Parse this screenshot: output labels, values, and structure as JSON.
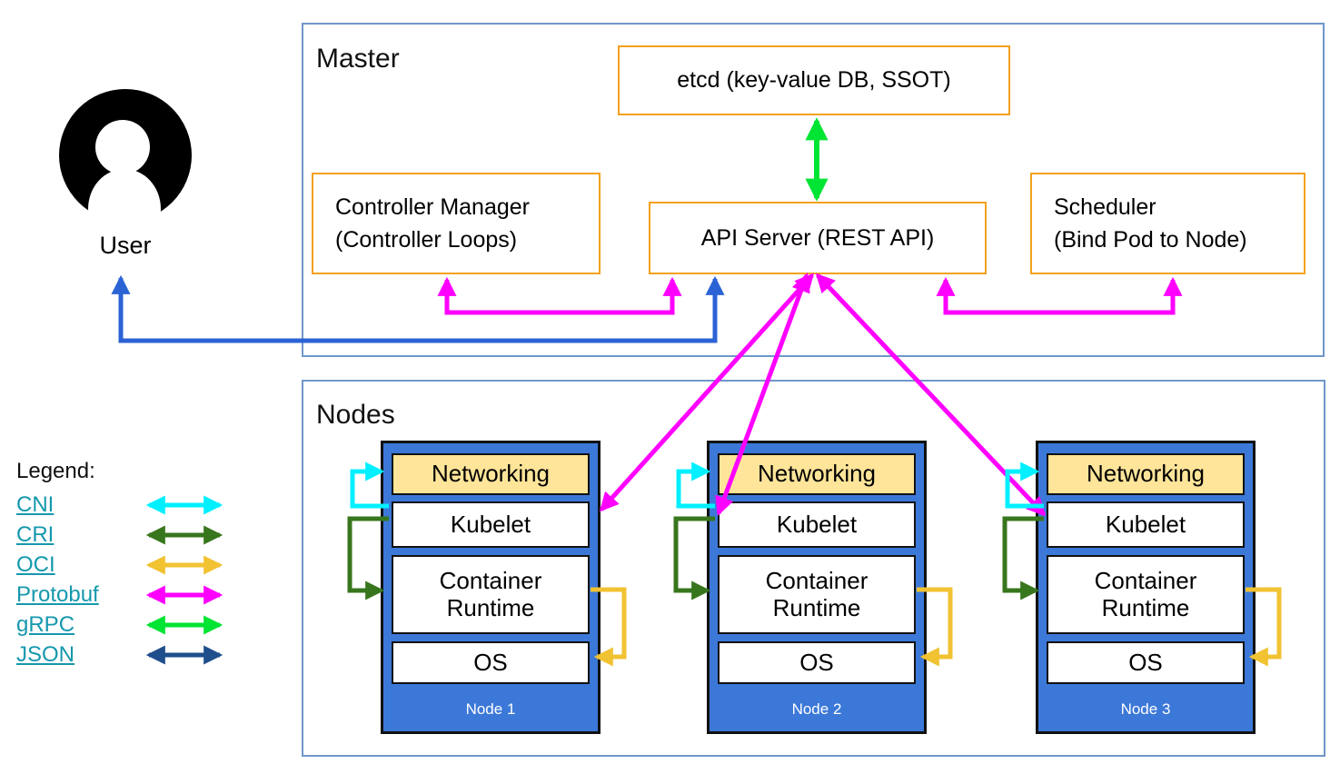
{
  "colors": {
    "cni": "#00f0ff",
    "cri": "#38761d",
    "oci": "#f1c232",
    "protobuf": "#ff00ff",
    "grpc": "#00e433",
    "json": "#1f4e8c",
    "user_arrow": "#2b63d5",
    "node_fill": "#3c78d8",
    "networking_fill": "#ffe599",
    "component_border": "#f3a11c",
    "frame_border": "#6f97c9",
    "legend_link": "#1598ad"
  },
  "user": {
    "label": "User"
  },
  "master": {
    "title": "Master",
    "etcd": "etcd (key-value DB, SSOT)",
    "controller_manager_line1": "Controller Manager",
    "controller_manager_line2": "(Controller Loops)",
    "api_server": "API Server (REST API)",
    "scheduler_line1": "Scheduler",
    "scheduler_line2": "(Bind Pod to Node)"
  },
  "nodes_section": {
    "title": "Nodes",
    "nodes": [
      {
        "name": "Node 1",
        "layers": [
          "Networking",
          "Kubelet",
          "Container Runtime",
          "OS"
        ]
      },
      {
        "name": "Node 2",
        "layers": [
          "Networking",
          "Kubelet",
          "Container Runtime",
          "OS"
        ]
      },
      {
        "name": "Node 3",
        "layers": [
          "Networking",
          "Kubelet",
          "Container Runtime",
          "OS"
        ]
      }
    ]
  },
  "legend": {
    "title": "Legend:",
    "items": [
      {
        "label": "CNI",
        "color": "#00f0ff"
      },
      {
        "label": "CRI",
        "color": "#38761d"
      },
      {
        "label": "OCI",
        "color": "#f1c232"
      },
      {
        "label": "Protobuf",
        "color": "#ff00ff"
      },
      {
        "label": "gRPC",
        "color": "#00e433"
      },
      {
        "label": "JSON",
        "color": "#1f4e8c"
      }
    ]
  }
}
